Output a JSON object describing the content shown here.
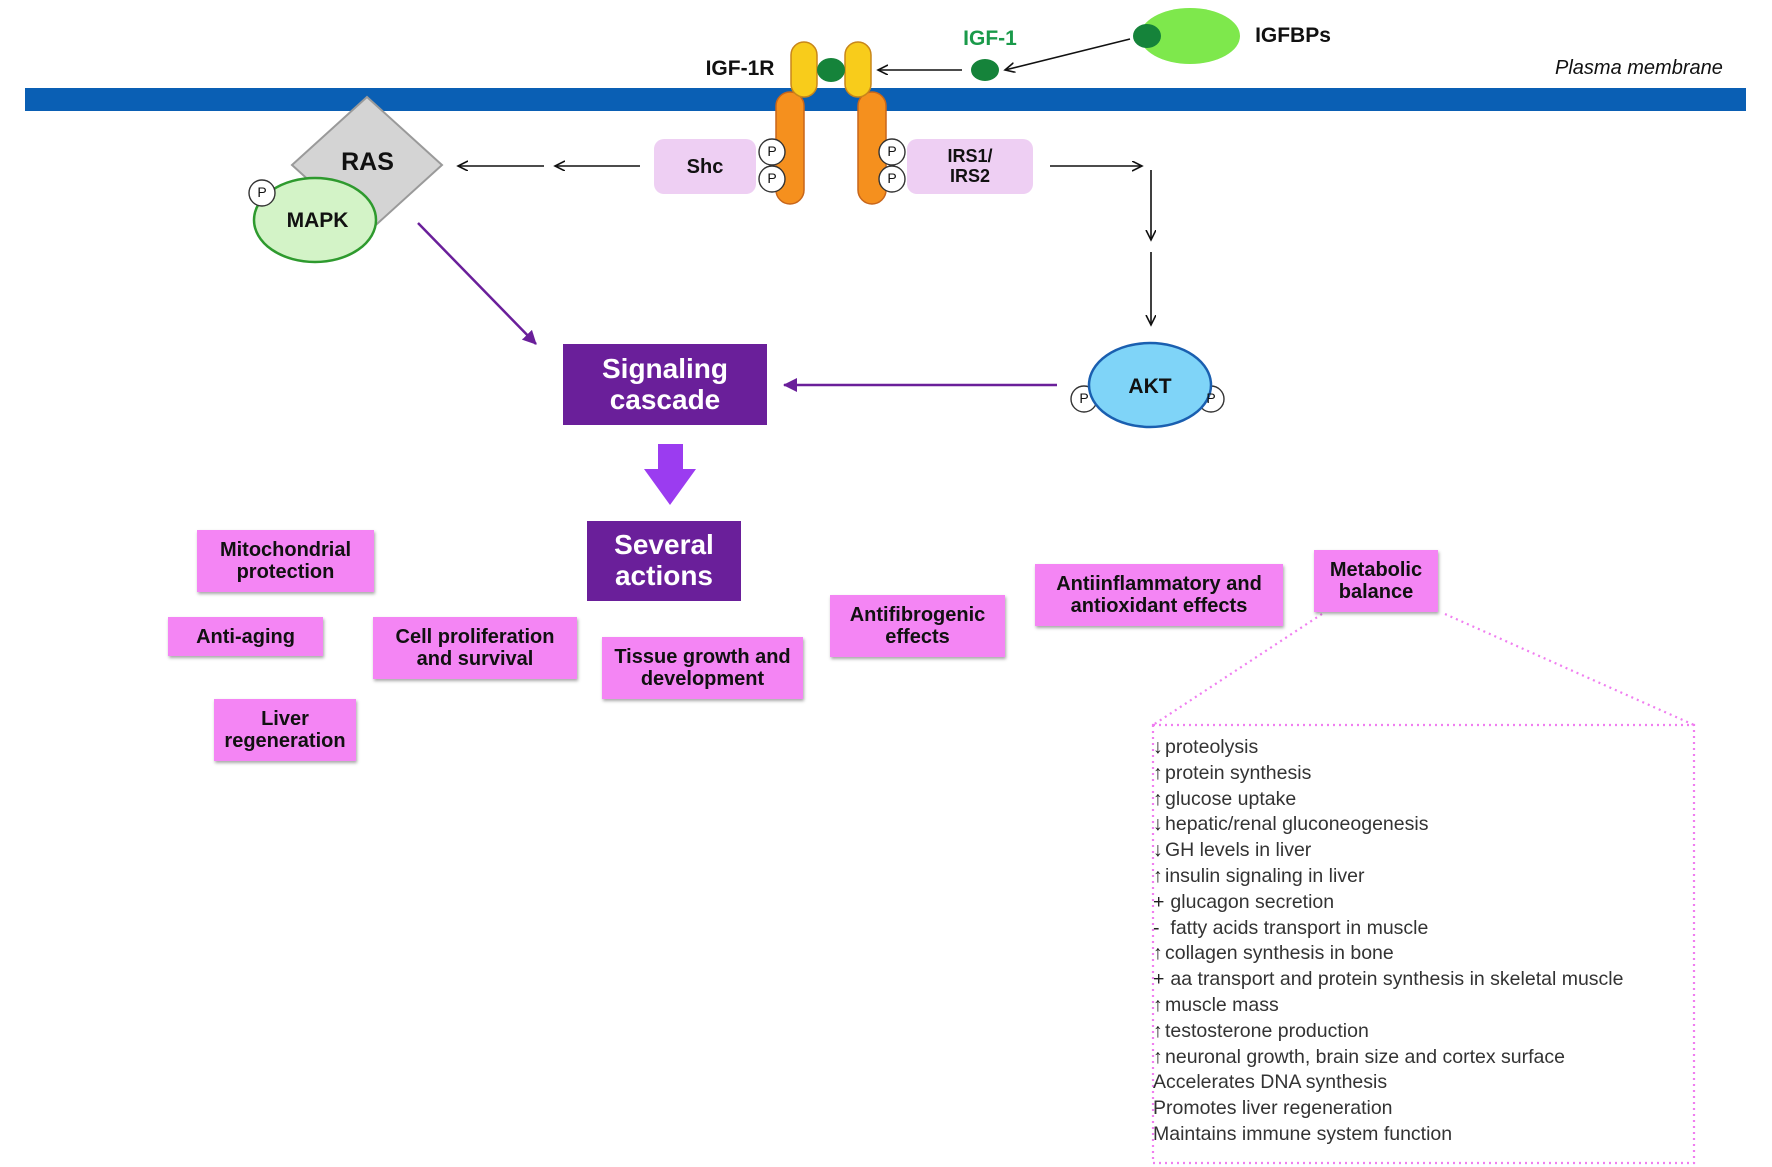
{
  "membrane": {
    "label": "Plasma membrane",
    "color": "#0a5fb4"
  },
  "receptor": {
    "label": "IGF-1R"
  },
  "ligand": {
    "label": "IGF-1",
    "color": "#1a9a4a"
  },
  "binding_proteins": {
    "label": "IGFBPs"
  },
  "adaptors": {
    "shc": "Shc",
    "irs": "IRS1/\nIRS2"
  },
  "phospho": "P",
  "kinases": {
    "ras": "RAS",
    "mapk": "MAPK",
    "akt": "AKT"
  },
  "signaling_box": "Signaling\ncascade",
  "actions_box": "Several\nactions",
  "actions": [
    "Mitochondrial\nprotection",
    "Anti-aging",
    "Cell proliferation\nand survival",
    "Liver\nregeneration",
    "Tissue growth and\ndevelopment",
    "Antifibrogenic\neffects",
    "Antiinflammatory and\nantioxidant effects",
    "Metabolic\nbalance"
  ],
  "metabolic_effects": [
    {
      "mark": "↓",
      "text": "proteolysis"
    },
    {
      "mark": "↑",
      "text": "protein synthesis"
    },
    {
      "mark": "↑",
      "text": "glucose uptake"
    },
    {
      "mark": "↓",
      "text": "hepatic/renal gluconeogenesis"
    },
    {
      "mark": "↓",
      "text": "GH levels in liver"
    },
    {
      "mark": "↑",
      "text": "insulin signaling in liver"
    },
    {
      "mark": "+",
      "text": " glucagon secretion"
    },
    {
      "mark": "-",
      "text": " fatty acids transport in muscle"
    },
    {
      "mark": "↑",
      "text": "collagen synthesis in bone"
    },
    {
      "mark": "+",
      "text": " aa transport and protein synthesis in skeletal muscle"
    },
    {
      "mark": "↑",
      "text": "muscle mass"
    },
    {
      "mark": "↑",
      "text": "testosterone production"
    },
    {
      "mark": "↑",
      "text": "neuronal growth, brain size and cortex surface"
    },
    {
      "mark": "",
      "text": "Accelerates DNA synthesis"
    },
    {
      "mark": "",
      "text": "Promotes liver regeneration"
    },
    {
      "mark": "",
      "text": "Maintains immune system function"
    }
  ],
  "colors": {
    "receptor_orange": "#f5901e",
    "receptor_yellow": "#f8cc1b",
    "ligand_green": "#15833a",
    "igfbp_green": "#7ee84c",
    "mapk_green": "#d3f3c7",
    "ras_grey": "#d4d4d4",
    "akt_blue": "#7fd4f8",
    "arrow_purple": "#6a1f9a",
    "big_arrow_purple": "#9b3cf0",
    "action_pink": "#f485f4",
    "adaptor_lavender": "#eecff3"
  }
}
